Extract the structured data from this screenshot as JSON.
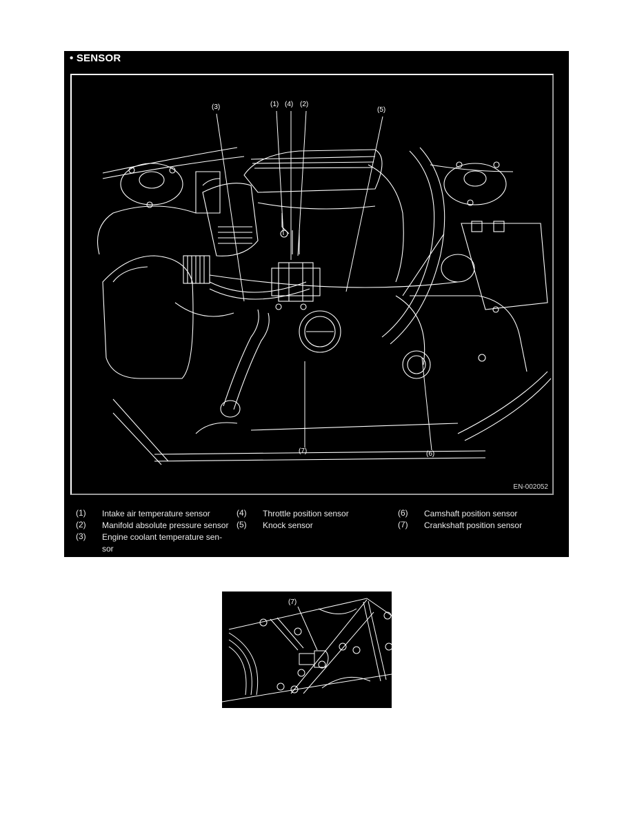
{
  "section": {
    "bullet": "•",
    "title": "SENSOR"
  },
  "diagram": {
    "figure_id": "EN-002052",
    "callouts": [
      {
        "id": "3",
        "label": "(3)"
      },
      {
        "id": "1",
        "label": "(1)"
      },
      {
        "id": "4",
        "label": "(4)"
      },
      {
        "id": "2",
        "label": "(2)"
      },
      {
        "id": "5",
        "label": "(5)"
      },
      {
        "id": "7",
        "label": "(7)"
      },
      {
        "id": "6",
        "label": "(6)"
      }
    ]
  },
  "legend": [
    {
      "num": "(1)",
      "text": "Intake air temperature sensor"
    },
    {
      "num": "(2)",
      "text": "Manifold absolute pressure sensor"
    },
    {
      "num": "(3)",
      "text": "Engine coolant temperature sen-sor"
    },
    {
      "num": "(4)",
      "text": "Throttle position sensor"
    },
    {
      "num": "(5)",
      "text": "Knock sensor"
    },
    {
      "num": "(6)",
      "text": "Camshaft position sensor"
    },
    {
      "num": "(7)",
      "text": "Crankshaft position sensor"
    }
  ],
  "detail_photo": {
    "callout": "(7)"
  },
  "colors": {
    "background": "#000000",
    "line_art": "#ffffff",
    "page": "#ffffff"
  }
}
